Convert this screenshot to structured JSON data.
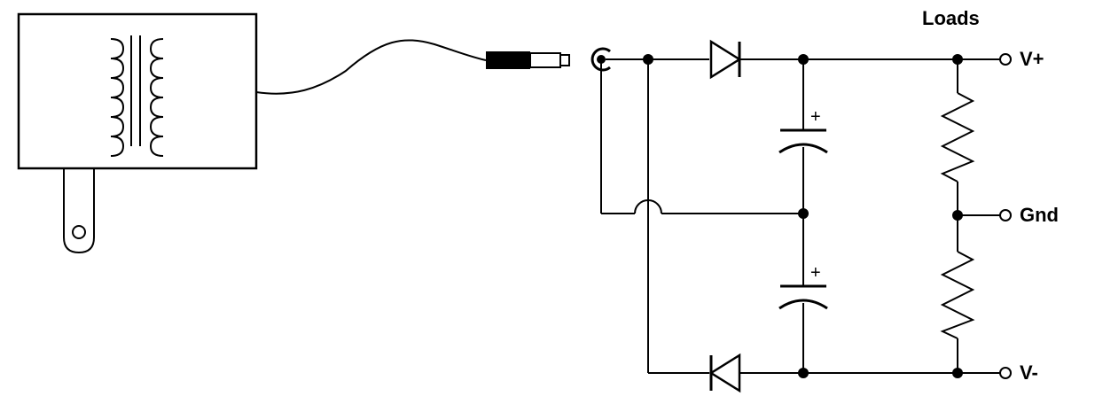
{
  "labels": {
    "loads": "Loads",
    "v_plus": "V+",
    "gnd": "Gnd",
    "v_minus": "V-",
    "cap_top_polarity": "+",
    "cap_bottom_polarity": "+"
  }
}
